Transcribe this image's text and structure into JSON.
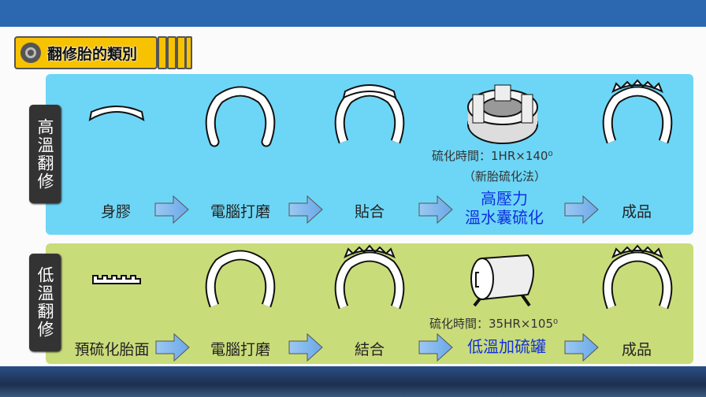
{
  "title": "翻修胎的類別",
  "colors": {
    "top_bar": "#2c68b0",
    "badge": "#f7c200",
    "high_panel": "#6dd6f6",
    "low_panel": "#c9dc7a",
    "highlight_text": "#1030e0"
  },
  "high": {
    "label": "高溫翻修",
    "steps": [
      "身膠",
      "電腦打磨",
      "貼合",
      "高壓力溫水囊硫化",
      "成品"
    ],
    "special_line1": "高壓力",
    "special_line2": "溫水囊硫化",
    "cure_time": "硫化時間：1HR×140⁰",
    "method": "（新胎硫化法）"
  },
  "low": {
    "label": "低溫翻修",
    "steps": [
      "預硫化胎面",
      "電腦打磨",
      "結合",
      "低溫加硫罐",
      "成品"
    ],
    "cure_time": "硫化時間：35HR×105⁰"
  }
}
